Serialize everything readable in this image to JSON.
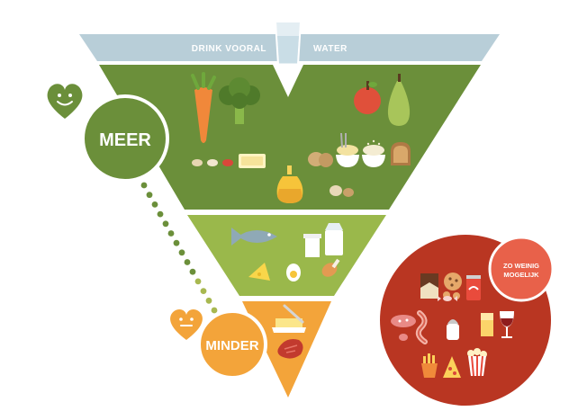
{
  "pyramid": {
    "water": {
      "left_text": "DRINK VOORAL",
      "right_text": "WATER"
    },
    "more_label": "MEER",
    "less_label": "MINDER"
  },
  "exceptions": {
    "label_line1": "ZO WEINIG",
    "label_line2": "MOGELIJK"
  },
  "colors": {
    "water_band": "#b8ced8",
    "green_dark": "#6b8f3a",
    "green_light": "#9ab84b",
    "orange": "#f3a43a",
    "red": "#b93622",
    "coral": "#e8614a",
    "white": "#ffffff"
  },
  "icons": {
    "top_section": [
      "carrot-icon",
      "broccoli-icon",
      "apple-icon",
      "pear-icon",
      "legumes-icon",
      "margarine-icon",
      "oil-bottle-icon",
      "potatoes-icon",
      "pasta-bowl-icon",
      "rice-bowl-icon",
      "bread-icon",
      "nuts-icon"
    ],
    "middle_section": [
      "fish-icon",
      "yogurt-icon",
      "milk-icon",
      "cheese-icon",
      "egg-icon",
      "chicken-leg-icon"
    ],
    "bottom_section": [
      "butter-icon",
      "red-meat-icon"
    ],
    "exception_circle": [
      "chocolate-icon",
      "cookie-icon",
      "soda-can-icon",
      "candy-icon",
      "sausage-icon",
      "bacon-icon",
      "salt-shaker-icon",
      "juice-glass-icon",
      "wine-glass-icon",
      "fries-icon",
      "pizza-icon",
      "popcorn-icon"
    ]
  }
}
